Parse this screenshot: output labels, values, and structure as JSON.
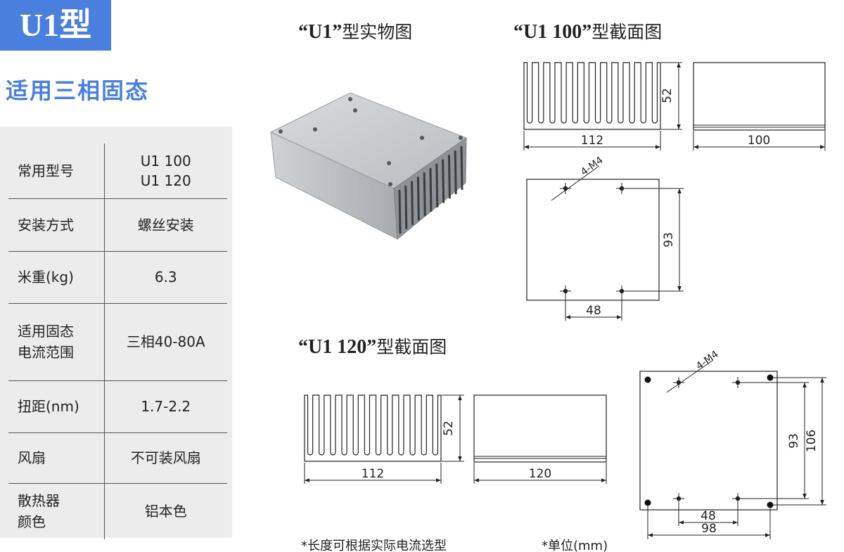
{
  "header": {
    "model_badge": "U1型",
    "subtitle": "适用三相固态"
  },
  "specs": [
    {
      "label": "常用型号",
      "value": "U1 100\nU1 120"
    },
    {
      "label": "安装方式",
      "value": "螺丝安装"
    },
    {
      "label": "米重(kg)",
      "value": "6.3"
    },
    {
      "label": "适用固态\n电流范围",
      "value": "三相40-80A"
    },
    {
      "label": "扭距(nm)",
      "value": "1.7-2.2"
    },
    {
      "label": "风扇",
      "value": "不可装风扇"
    },
    {
      "label": "散热器\n颜色",
      "value": "铝本色"
    }
  ],
  "views": {
    "photo": {
      "quote_part": "“U1”",
      "text_part": "型实物图"
    },
    "u1_100": {
      "quote_part": "“U1 100”",
      "text_part": "型截面图",
      "width": "112",
      "height": "52",
      "length": "100",
      "mount_height": "93",
      "mount_spacing": "48",
      "screw_label": "4-M4"
    },
    "u1_120": {
      "quote_part": "“U1 120”",
      "text_part": "型截面图",
      "width": "112",
      "height": "52",
      "length": "120",
      "mount_height": "93",
      "mount_spacing": "48",
      "plate_height": "106",
      "plate_width": "98",
      "screw_label": "4-M4"
    }
  },
  "notes": {
    "length_note": "*长度可根据实际电流选型",
    "unit_note": "*单位(mm)"
  },
  "colors": {
    "accent": "#4a7fdd",
    "panel": "#ececec"
  }
}
